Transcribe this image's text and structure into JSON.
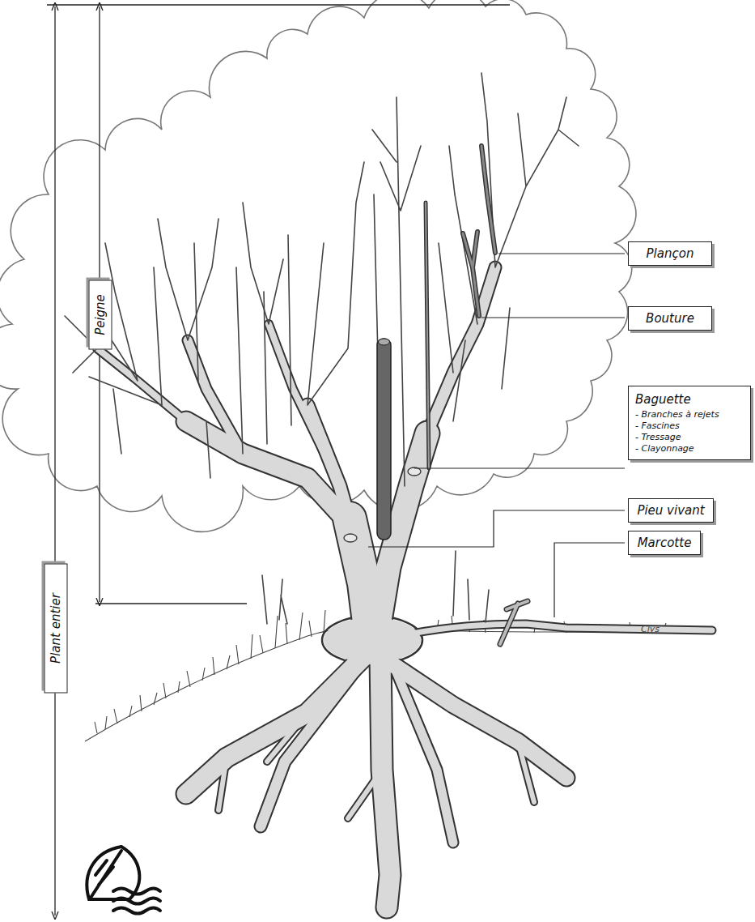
{
  "diagram": {
    "nodes": [
      {
        "text": [
          "Plançon"
        ]
      },
      {
        "text": [
          "Bouture"
        ]
      },
      {
        "text": [
          "Baguette",
          "- Branches à rejets",
          "- Fascines",
          "- Tressage",
          "- Clayonnage"
        ]
      },
      {
        "text": [
          "Pieu vivant"
        ]
      },
      {
        "text": [
          "Marcotte"
        ]
      },
      {
        "text": [
          "Peigne"
        ]
      },
      {
        "text": [
          "Plant entier"
        ]
      }
    ],
    "labels": [
      "Clys"
    ]
  }
}
